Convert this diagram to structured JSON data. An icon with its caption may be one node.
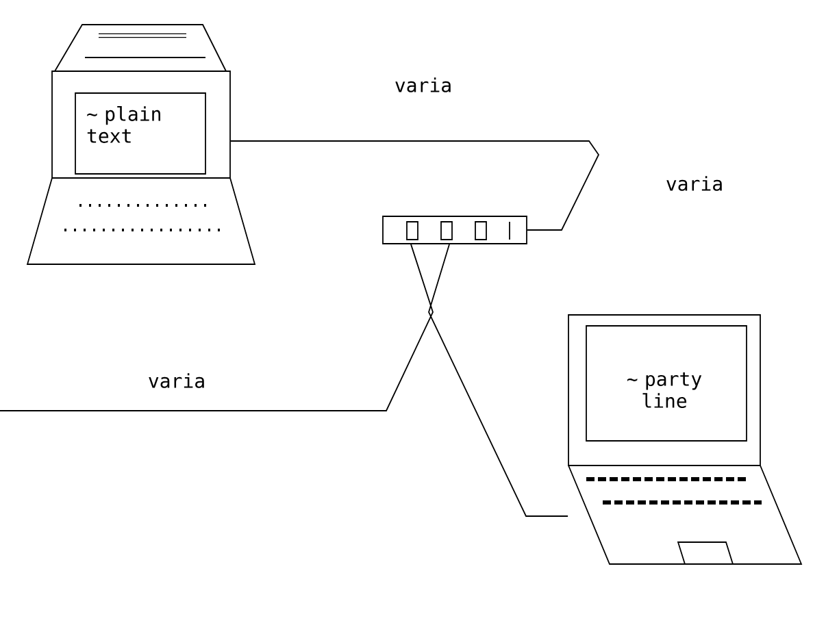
{
  "diagram": {
    "nodes": [
      {
        "text": [
          "~ plain text"
        ]
      },
      {
        "text": [],
        "shape": "box"
      },
      {
        "text": [
          "~ party line"
        ]
      }
    ],
    "edges": [
      {
        "from": 0,
        "to": 1,
        "arrow": "none"
      },
      {
        "from": 1,
        "to": null,
        "arrow": "none"
      },
      {
        "from": 1,
        "to": 2,
        "arrow": "none"
      }
    ],
    "labels": [
      "varia",
      "varia",
      "varia"
    ]
  }
}
